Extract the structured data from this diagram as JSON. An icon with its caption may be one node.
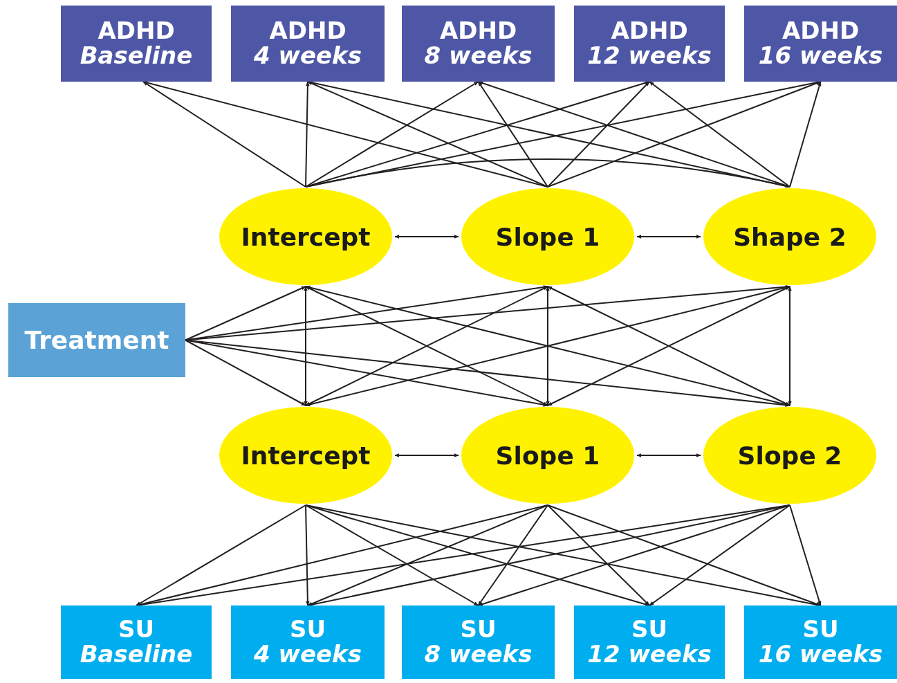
{
  "diagram": {
    "nodes": [
      {
        "text": [
          "ADHD",
          "Baseline"
        ]
      },
      {
        "text": [
          "ADHD",
          "4 weeks"
        ]
      },
      {
        "text": [
          "ADHD",
          "8 weeks"
        ]
      },
      {
        "text": [
          "ADHD",
          "12 weeks"
        ]
      },
      {
        "text": [
          "ADHD",
          "16 weeks"
        ]
      },
      {
        "text": [
          "Intercept"
        ]
      },
      {
        "text": [
          "Slope 1"
        ]
      },
      {
        "text": [
          "Shape 2"
        ]
      },
      {
        "text": [
          "Treatment"
        ]
      },
      {
        "text": [
          "Intercept"
        ]
      },
      {
        "text": [
          "Slope 1"
        ]
      },
      {
        "text": [
          "Slope 2"
        ]
      },
      {
        "text": [
          "SU",
          "Baseline"
        ]
      },
      {
        "text": [
          "SU",
          "4 weeks"
        ]
      },
      {
        "text": [
          "SU",
          "8 weeks"
        ]
      },
      {
        "text": [
          "SU",
          "12 weeks"
        ]
      },
      {
        "text": [
          "SU",
          "16 weeks"
        ]
      }
    ],
    "edges": [
      {
        "from": 5,
        "to": 0,
        "arrow": "to"
      },
      {
        "from": 5,
        "to": 1,
        "arrow": "to"
      },
      {
        "from": 5,
        "to": 2,
        "arrow": "to"
      },
      {
        "from": 5,
        "to": 3,
        "arrow": "to"
      },
      {
        "from": 5,
        "to": 4,
        "arrow": "to"
      },
      {
        "from": 6,
        "to": 0,
        "arrow": "to"
      },
      {
        "from": 6,
        "to": 1,
        "arrow": "to"
      },
      {
        "from": 6,
        "to": 2,
        "arrow": "to"
      },
      {
        "from": 6,
        "to": 3,
        "arrow": "to"
      },
      {
        "from": 6,
        "to": 4,
        "arrow": "to"
      },
      {
        "from": 7,
        "to": 1,
        "arrow": "to"
      },
      {
        "from": 7,
        "to": 2,
        "arrow": "to"
      },
      {
        "from": 7,
        "to": 3,
        "arrow": "to"
      },
      {
        "from": 7,
        "to": 4,
        "arrow": "to"
      },
      {
        "from": 5,
        "to": 7,
        "arrow": "to"
      },
      {
        "from": 5,
        "to": 6,
        "arrow": "both"
      },
      {
        "from": 6,
        "to": 7,
        "arrow": "both"
      },
      {
        "from": 8,
        "to": 5,
        "arrow": "to"
      },
      {
        "from": 8,
        "to": 6,
        "arrow": "to"
      },
      {
        "from": 8,
        "to": 7,
        "arrow": "to"
      },
      {
        "from": 8,
        "to": 9,
        "arrow": "to"
      },
      {
        "from": 8,
        "to": 10,
        "arrow": "to"
      },
      {
        "from": 8,
        "to": 11,
        "arrow": "to"
      },
      {
        "from": 5,
        "to": 9,
        "arrow": "both"
      },
      {
        "from": 5,
        "to": 10,
        "arrow": "both"
      },
      {
        "from": 5,
        "to": 11,
        "arrow": "both"
      },
      {
        "from": 6,
        "to": 9,
        "arrow": "both"
      },
      {
        "from": 6,
        "to": 10,
        "arrow": "both"
      },
      {
        "from": 6,
        "to": 11,
        "arrow": "both"
      },
      {
        "from": 7,
        "to": 9,
        "arrow": "both"
      },
      {
        "from": 7,
        "to": 10,
        "arrow": "both"
      },
      {
        "from": 7,
        "to": 11,
        "arrow": "both"
      },
      {
        "from": 9,
        "to": 10,
        "arrow": "both"
      },
      {
        "from": 10,
        "to": 11,
        "arrow": "both"
      },
      {
        "from": 9,
        "to": 12,
        "arrow": "to"
      },
      {
        "from": 9,
        "to": 13,
        "arrow": "to"
      },
      {
        "from": 9,
        "to": 14,
        "arrow": "to"
      },
      {
        "from": 9,
        "to": 15,
        "arrow": "to"
      },
      {
        "from": 9,
        "to": 16,
        "arrow": "to"
      },
      {
        "from": 10,
        "to": 12,
        "arrow": "to"
      },
      {
        "from": 10,
        "to": 13,
        "arrow": "to"
      },
      {
        "from": 10,
        "to": 14,
        "arrow": "to"
      },
      {
        "from": 10,
        "to": 15,
        "arrow": "to"
      },
      {
        "from": 10,
        "to": 16,
        "arrow": "to"
      },
      {
        "from": 11,
        "to": 12,
        "arrow": "to"
      },
      {
        "from": 11,
        "to": 13,
        "arrow": "to"
      },
      {
        "from": 11,
        "to": 14,
        "arrow": "to"
      },
      {
        "from": 11,
        "to": 15,
        "arrow": "to"
      },
      {
        "from": 11,
        "to": 16,
        "arrow": "to"
      }
    ]
  }
}
